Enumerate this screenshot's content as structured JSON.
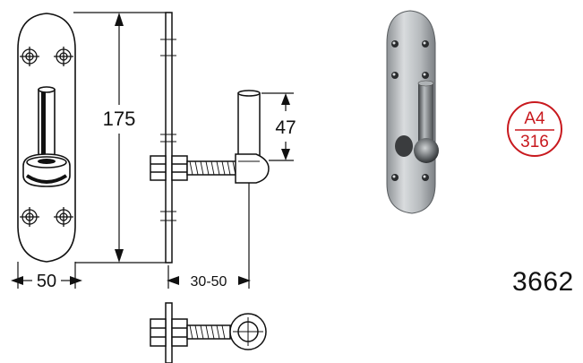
{
  "dimensions": {
    "height": "175",
    "width": "50",
    "pin_height": "47",
    "offset": "30-50"
  },
  "badge": {
    "top": "A4",
    "bottom": "316",
    "color": "#c8191e"
  },
  "product_number": "3662"
}
